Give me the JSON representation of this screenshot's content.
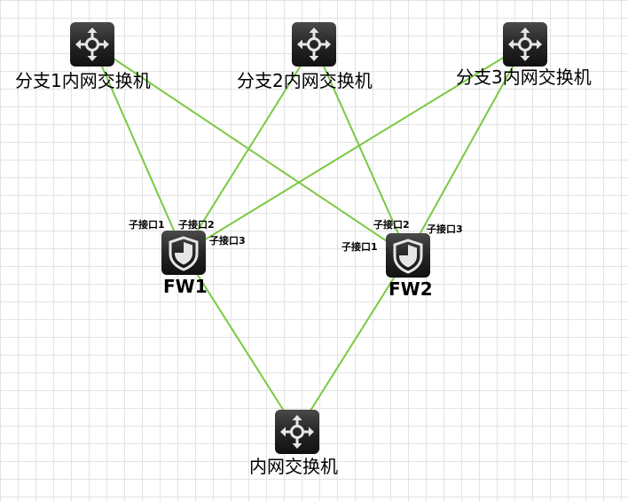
{
  "nodes": {
    "branch1_switch": {
      "label": "分支1内网交换机",
      "icon": "switch-icon"
    },
    "branch2_switch": {
      "label": "分支2内网交换机",
      "icon": "switch-icon"
    },
    "branch3_switch": {
      "label": "分支3内网交换机",
      "icon": "switch-icon"
    },
    "fw1": {
      "label": "FW1",
      "icon": "firewall-icon"
    },
    "fw2": {
      "label": "FW2",
      "icon": "firewall-icon"
    },
    "core_switch": {
      "label": "内网交换机",
      "icon": "switch-icon"
    }
  },
  "ports": {
    "fw1_sub1": "子接口1",
    "fw1_sub2": "子接口2",
    "fw1_sub3": "子接口3",
    "fw2_sub1": "子接口1",
    "fw2_sub2": "子接口2",
    "fw2_sub3": "子接口3"
  },
  "links": [
    [
      "branch1_switch",
      "fw1"
    ],
    [
      "branch1_switch",
      "fw2"
    ],
    [
      "branch2_switch",
      "fw1"
    ],
    [
      "branch2_switch",
      "fw2"
    ],
    [
      "branch3_switch",
      "fw1"
    ],
    [
      "branch3_switch",
      "fw2"
    ],
    [
      "fw1",
      "core_switch"
    ],
    [
      "fw2",
      "core_switch"
    ]
  ],
  "colors": {
    "link": "#7ac943",
    "icon_bg": "#2b2b2b",
    "icon_fg": "#e6e6e6",
    "grid": "#e3e3e3"
  }
}
